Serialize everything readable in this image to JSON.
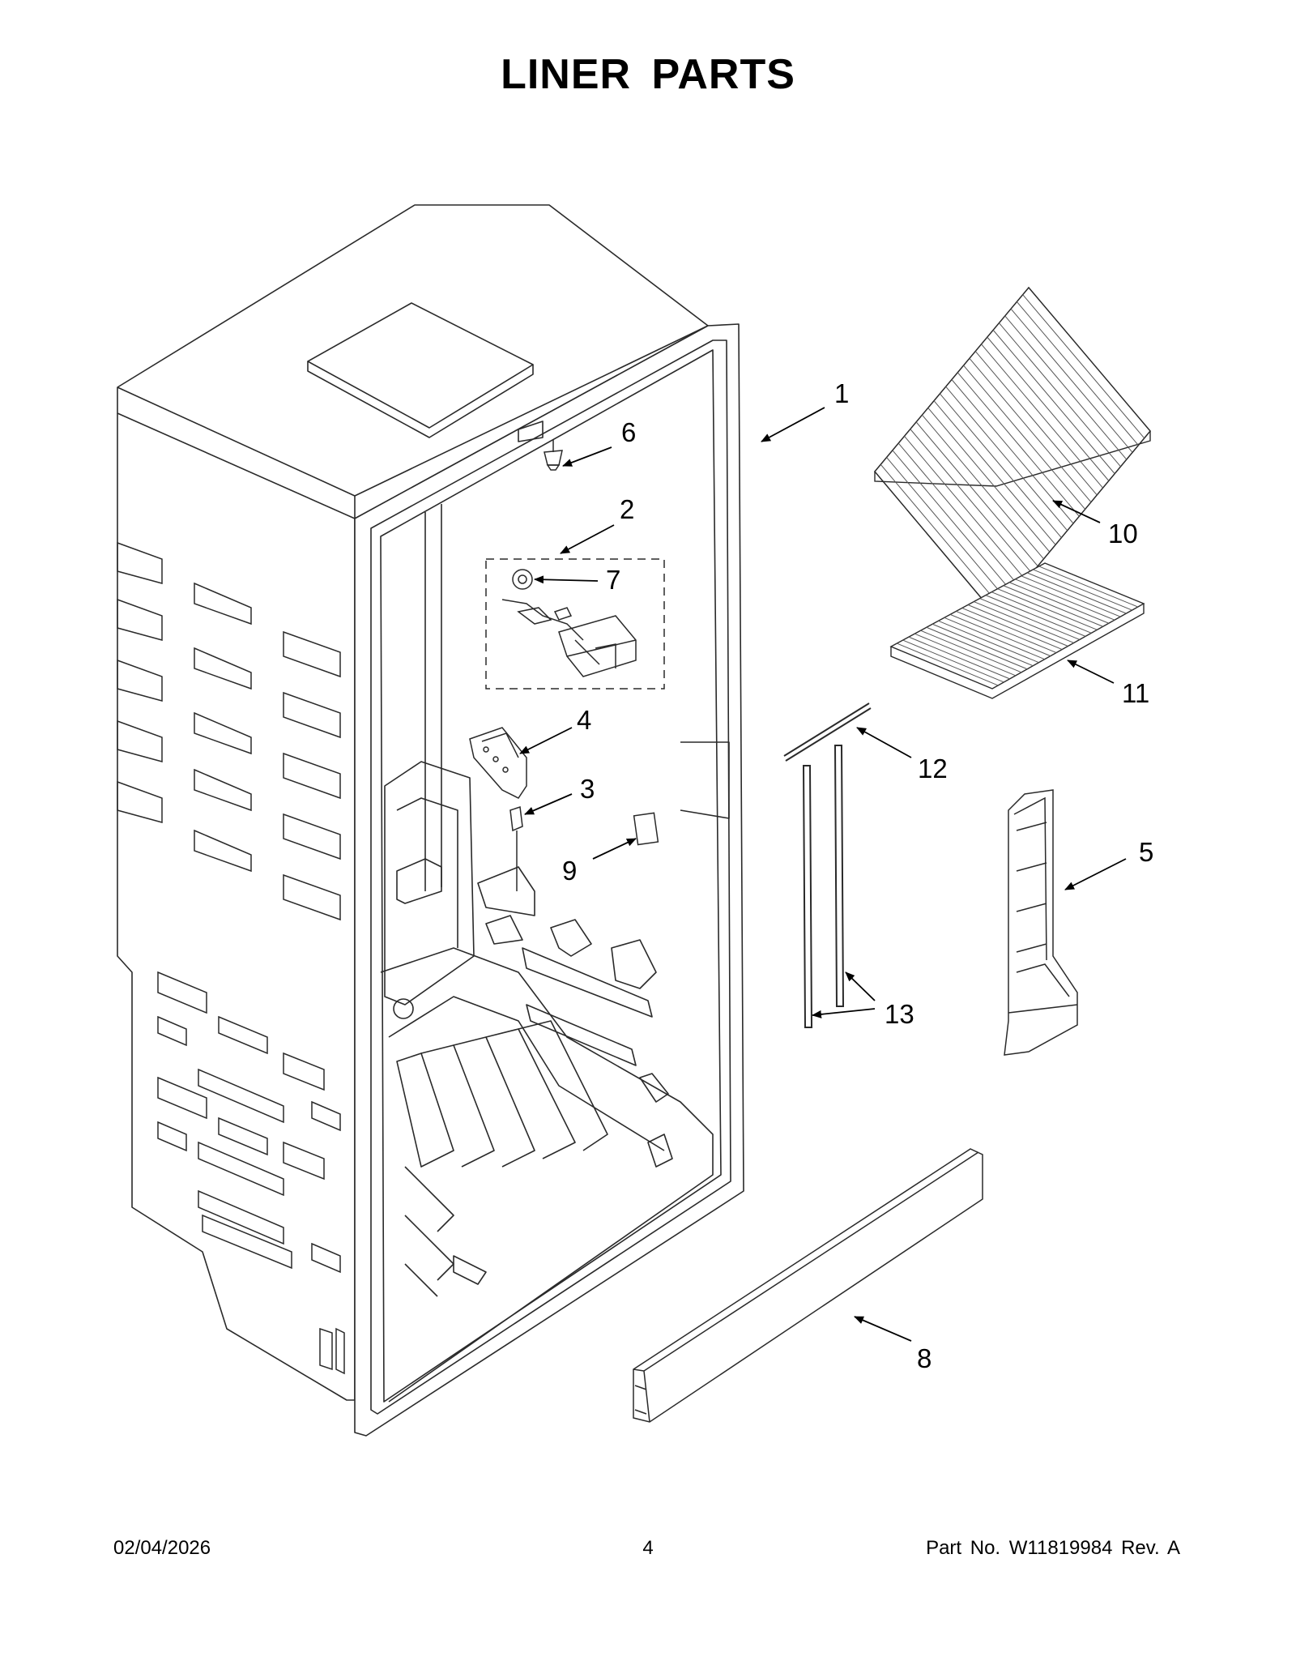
{
  "title": "LINER PARTS",
  "callouts": [
    "1",
    "2",
    "3",
    "4",
    "5",
    "6",
    "7",
    "8",
    "9",
    "10",
    "11",
    "12",
    "13"
  ],
  "footer": {
    "date": "02/04/2026",
    "page": "4",
    "part_no": "Part No.  W11819984  Rev.  A"
  },
  "colors": {
    "line": "#2a2a2a",
    "fill": "#ffffff",
    "text": "#000000"
  }
}
